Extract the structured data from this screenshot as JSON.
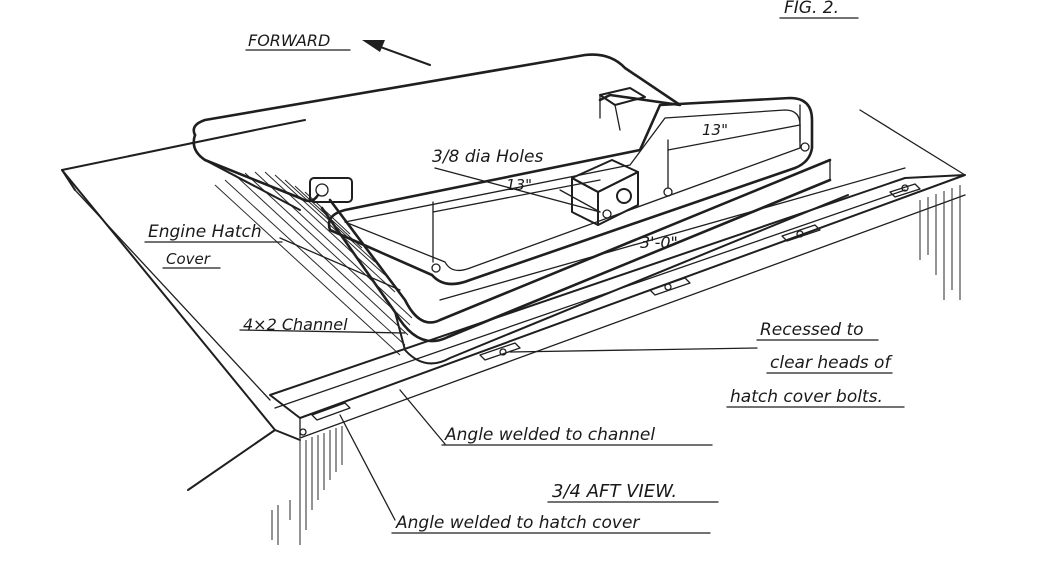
{
  "figure": {
    "fig_number": "FIG. 2.",
    "view_title": "3/4 AFT VIEW.",
    "direction": "FORWARD"
  },
  "labels": {
    "holes": "3/8 dia Holes",
    "engine_hatch_line1": "Engine Hatch",
    "engine_hatch_line2": "Cover",
    "channel": "4×2 Channel",
    "recessed_line1": "Recessed to",
    "recessed_line2": "clear heads of",
    "recessed_line3": "hatch cover bolts.",
    "angle_channel": "Angle welded to channel",
    "angle_hatch": "Angle welded to hatch cover"
  },
  "dimensions": {
    "top_right": "13\"",
    "middle": "13\"",
    "length": "3'-0\""
  },
  "colors": {
    "ink": "#1f1f1f",
    "paper": "#ffffff"
  }
}
